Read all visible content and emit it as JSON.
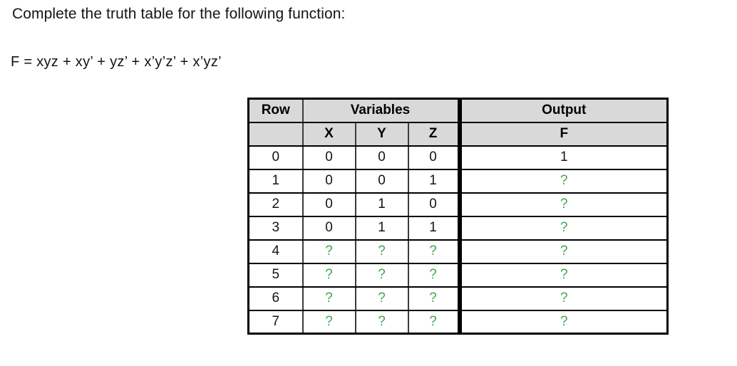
{
  "page": {
    "title": "Complete the truth table for the following function:",
    "formula": "F = xyz + xy’ + yz’ + x’y’z’ + x’yz’"
  },
  "table": {
    "header": {
      "row_label": "Row",
      "variables_label": "Variables",
      "output_label": "Output",
      "col_x": "X",
      "col_y": "Y",
      "col_z": "Z",
      "col_f": "F"
    },
    "rows": [
      {
        "row": "0",
        "x": "0",
        "y": "0",
        "z": "0",
        "f": "1"
      },
      {
        "row": "1",
        "x": "0",
        "y": "0",
        "z": "1",
        "f": "?"
      },
      {
        "row": "2",
        "x": "0",
        "y": "1",
        "z": "0",
        "f": "?"
      },
      {
        "row": "3",
        "x": "0",
        "y": "1",
        "z": "1",
        "f": "?"
      },
      {
        "row": "4",
        "x": "?",
        "y": "?",
        "z": "?",
        "f": "?"
      },
      {
        "row": "5",
        "x": "?",
        "y": "?",
        "z": "?",
        "f": "?"
      },
      {
        "row": "6",
        "x": "?",
        "y": "?",
        "z": "?",
        "f": "?"
      },
      {
        "row": "7",
        "x": "?",
        "y": "?",
        "z": "?",
        "f": "?"
      }
    ],
    "colors": {
      "unknown_text": "#43a44d",
      "header_background": "#d9d9d9",
      "border": "#000000"
    }
  }
}
